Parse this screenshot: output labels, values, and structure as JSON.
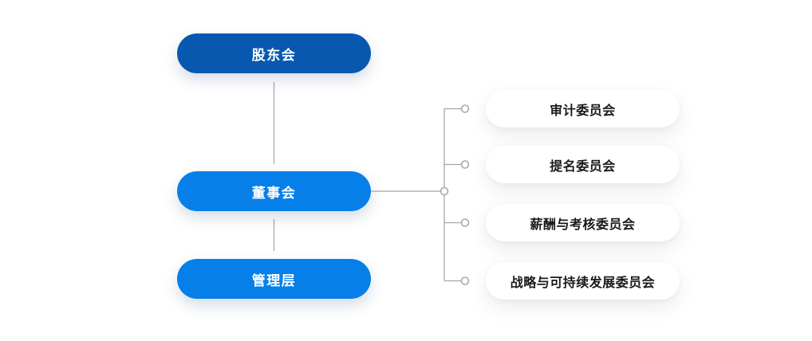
{
  "diagram": {
    "type": "org-chart",
    "left_column": [
      {
        "id": "shareholders-meeting",
        "label": "股东会"
      },
      {
        "id": "board-of-directors",
        "label": "董事会"
      },
      {
        "id": "management",
        "label": "管理层"
      }
    ],
    "committees": [
      {
        "id": "audit-committee",
        "label": "审计委员会"
      },
      {
        "id": "nomination-committee",
        "label": "提名委员会"
      },
      {
        "id": "remuneration-appraisal-committee",
        "label": "薪酬与考核委员会"
      },
      {
        "id": "strategy-sustainability-committee",
        "label": "战略与可持续发展委员会"
      }
    ],
    "relations": [
      "股东会 → 董事会",
      "董事会 → 管理层",
      "董事会 → 审计委员会",
      "董事会 → 提名委员会",
      "董事会 → 薪酬与考核委员会",
      "董事会 → 战略与可持续发展委员会"
    ]
  },
  "colors": {
    "node_dark_blue": "#0958B0",
    "node_blue": "#077FE8",
    "node_white": "#FFFFFF",
    "connector_gray": "#A9A9A9",
    "text_on_blue": "#FFFFFF",
    "text_on_white": "#1A1A1A",
    "background": "#FFFFFF"
  }
}
